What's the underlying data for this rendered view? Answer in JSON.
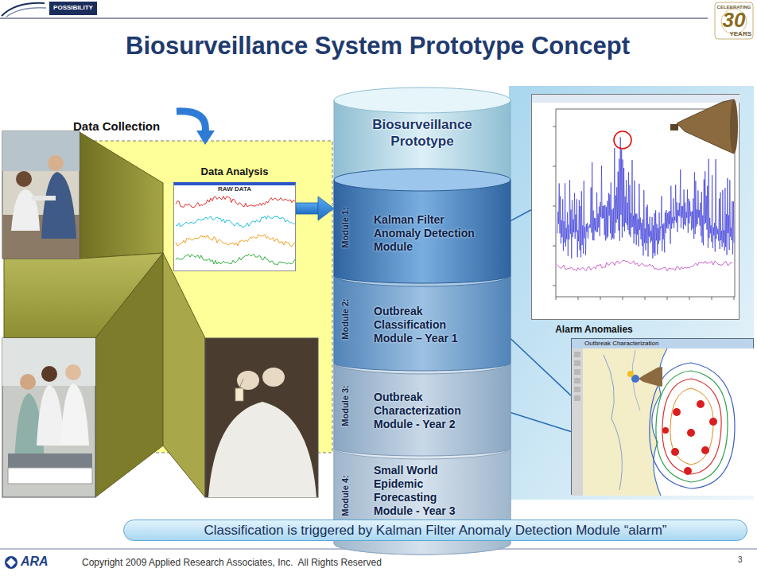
{
  "diagram": {
    "title": "Biosurveillance System Prototype Concept",
    "caption": "Classification is triggered by Kalman Filter Anomaly Detection Module “alarm”",
    "nodes": [
      {
        "text": [
          "Data Analysis"
        ]
      },
      {
        "text": [
          "RAW DATA"
        ],
        "in": 0
      },
      {
        "text": [
          "Biosurveillance Prototype"
        ]
      },
      {
        "text": [
          "Module 1:",
          "Kalman Filter Anomaly Detection Module"
        ],
        "in": 2
      },
      {
        "text": [
          "Module 2:",
          "Outbreak Classification Module – Year 1"
        ],
        "in": 2
      },
      {
        "text": [
          "Module 3:",
          "Outbreak Characterization Module - Year 2"
        ],
        "in": 2
      },
      {
        "text": [
          "Module 4:",
          "Small World Epidemic Forecasting Module - Year 3"
        ],
        "in": 2
      },
      {
        "text": [
          "Alarm Anomalies"
        ]
      },
      {
        "text": [
          "Outbreak Characterization"
        ]
      }
    ],
    "edges": [
      {
        "from": 1,
        "to": 3,
        "arrow": "to"
      },
      {
        "from": 3,
        "to": 7,
        "arrow": "none"
      },
      {
        "from": 4,
        "to": 8,
        "arrow": "none"
      },
      {
        "from": 5,
        "to": 8,
        "arrow": "none"
      }
    ],
    "labels": [
      "Data Collection",
      "POSSIBILITY",
      "CELEBRATING",
      "30",
      "YEARS",
      "ARA",
      "Copyright 2009 Applied Research Associates, Inc.  All Rights Reserved",
      "3"
    ]
  }
}
